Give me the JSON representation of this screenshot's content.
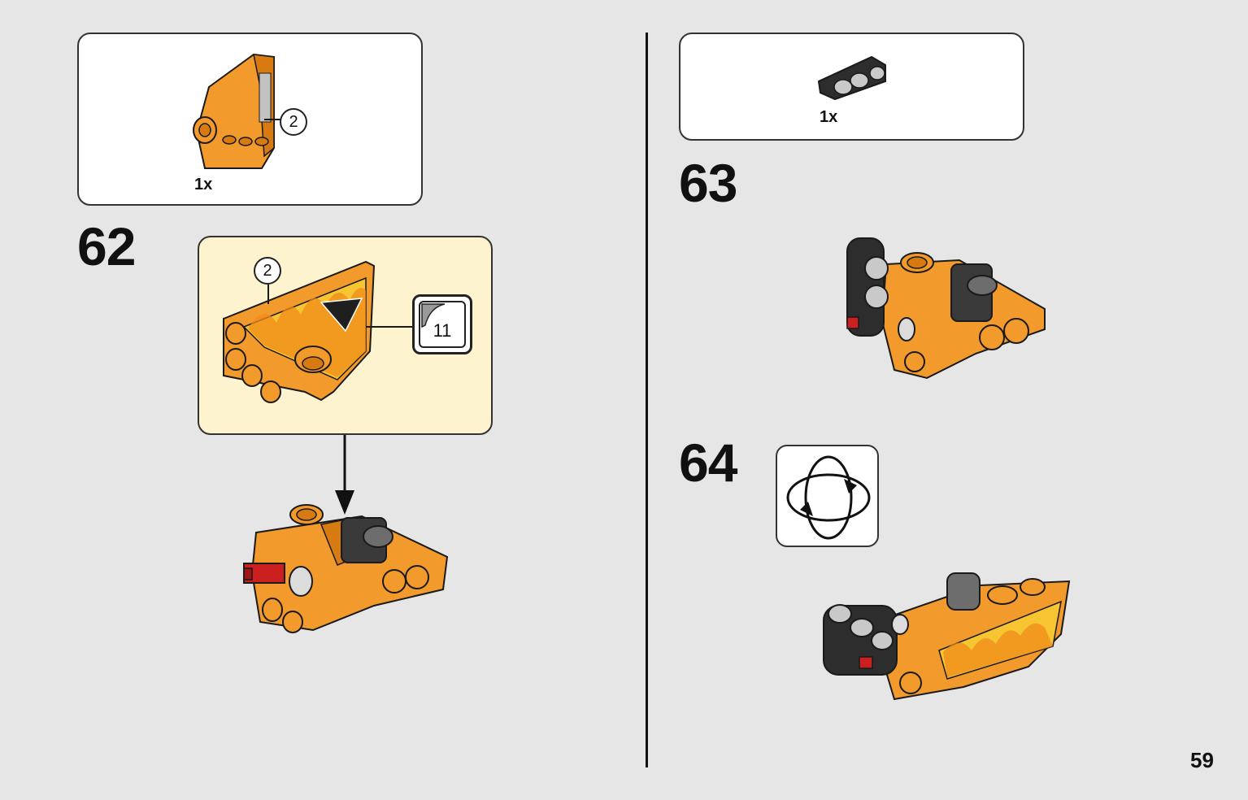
{
  "page": {
    "number": "59"
  },
  "steps": [
    {
      "number": "62",
      "parts": [
        {
          "qty": "1x",
          "part": "orange-panel-with-pin",
          "callout": "2"
        }
      ],
      "subassembly": {
        "callout": "2",
        "sticker_number": "11"
      }
    },
    {
      "number": "63",
      "parts": [
        {
          "qty": "1x",
          "part": "black-connector-beam"
        }
      ]
    },
    {
      "number": "64",
      "action": "rotate-model"
    }
  ],
  "colors": {
    "orange": "#f39a2c",
    "orange_dark": "#d87a12",
    "black_part": "#2d2d2d",
    "grey_part": "#b9b9b9",
    "red_axle": "#cc1f1f",
    "sub_bg": "#fdf3cf",
    "page_bg": "#e6e6e6"
  }
}
